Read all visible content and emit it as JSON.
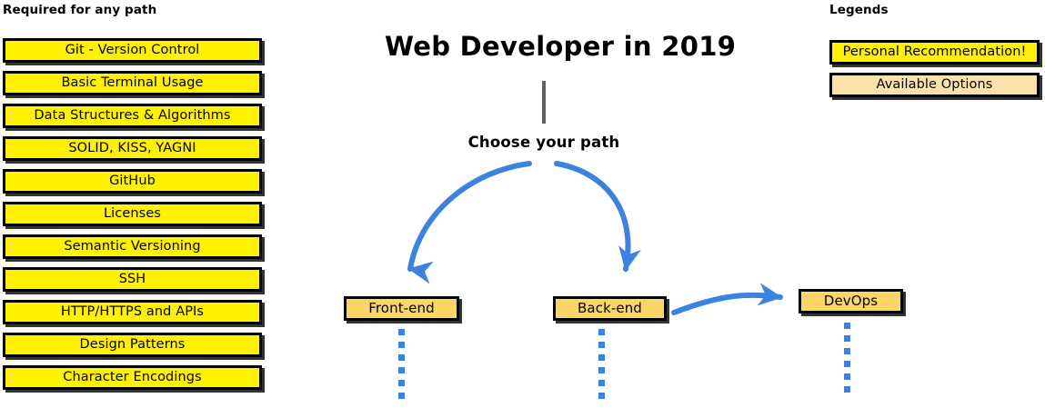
{
  "required_section": {
    "title": "Required for any path",
    "items": [
      {
        "label": "Git - Version Control"
      },
      {
        "label": "Basic Terminal Usage"
      },
      {
        "label": "Data Structures & Algorithms"
      },
      {
        "label": "SOLID, KISS, YAGNI"
      },
      {
        "label": "GitHub"
      },
      {
        "label": "Licenses"
      },
      {
        "label": "Semantic Versioning"
      },
      {
        "label": "SSH"
      },
      {
        "label": "HTTP/HTTPS and APIs"
      },
      {
        "label": "Design Patterns"
      },
      {
        "label": "Character Encodings"
      }
    ]
  },
  "diagram": {
    "title": "Web Developer in 2019",
    "choose_label": "Choose your path",
    "nodes": [
      {
        "id": "frontend",
        "label": "Front-end"
      },
      {
        "id": "backend",
        "label": "Back-end"
      },
      {
        "id": "devops",
        "label": "DevOps"
      }
    ],
    "connectors": [
      {
        "from": "choose-your-path",
        "to": "frontend",
        "style": "curved-arrow"
      },
      {
        "from": "choose-your-path",
        "to": "backend",
        "style": "curved-arrow"
      },
      {
        "from": "backend",
        "to": "devops",
        "style": "curved-arrow"
      }
    ],
    "trail_dot_count": 6
  },
  "legend": {
    "title": "Legends",
    "items": [
      {
        "label": "Personal Recommendation!",
        "color": "#FFF100"
      },
      {
        "label": "Available Options",
        "color": "#FBE2A9"
      }
    ]
  },
  "colors": {
    "highlight_yellow": "#FFF100",
    "node_tan": "#FBD667",
    "legend_tan": "#FBE2A9",
    "arrow_blue": "#3D82E0",
    "stem_gray": "#5F5F5F",
    "outline_black": "#000000",
    "background": "#FFFFFF"
  }
}
